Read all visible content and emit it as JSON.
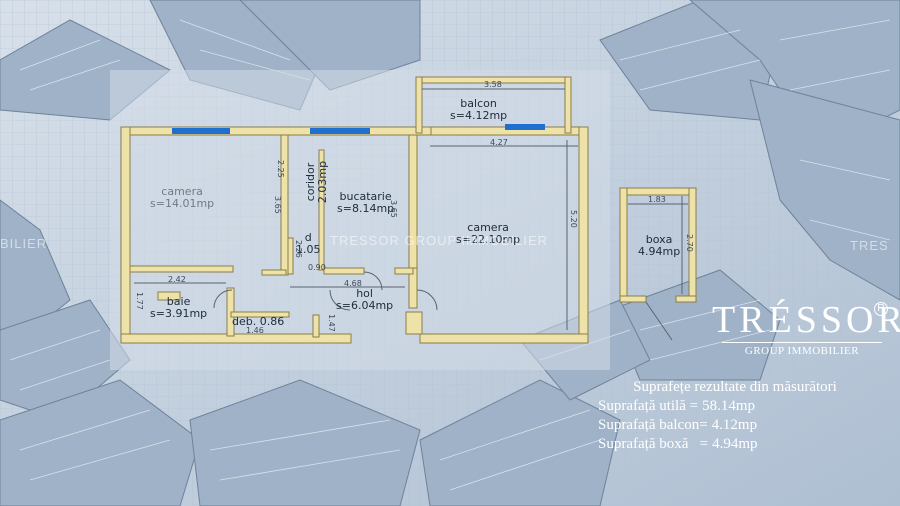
{
  "plan": {
    "rooms": {
      "balcon": {
        "name": "balcon",
        "area": "s=4.12mp"
      },
      "coridor": {
        "name": "coridor",
        "area": "2.03mp"
      },
      "bucatarie": {
        "name": "bucatarie",
        "area": "s=8.14mp"
      },
      "camera": {
        "name": "camera",
        "area": "s=22.10mp"
      },
      "dormitor": {
        "name": "camera",
        "area": "s=14.01mp"
      },
      "debaraua": {
        "name": "d",
        "area": "1.05"
      },
      "hol": {
        "name": "hol",
        "area": "s=6.04mp"
      },
      "baie": {
        "name": "baie",
        "area": "s=3.91mp"
      },
      "deb": {
        "name": "deb.",
        "area": "0.86"
      },
      "boxa": {
        "name": "boxa",
        "area": "4.94mp"
      }
    },
    "dimensions": {
      "balcon_w": "3.58",
      "camera_w": "4.27",
      "camera_h": "5.20",
      "bucatarie_h": "3.65",
      "boxa_w": "1.83",
      "boxa_h": "2.70",
      "hol_w": "4.68",
      "hol_h": "1.47",
      "baie_w": "2.42",
      "baie_h": "1.77",
      "coridor_h": "3.65",
      "d_h": "0.90",
      "left_top": "2.25",
      "deb_w": "1.46",
      "left_h": "2.26"
    }
  },
  "watermarks": {
    "center": "TRESSOR GROUP IMMOBILIER",
    "left": "BILIER",
    "right": "TRES"
  },
  "logo": {
    "brand": "TRÉSSOR",
    "registered": "R",
    "subtitle": "GROUP IMMOBILIER"
  },
  "summary": {
    "title": "Suprafețe rezultate din măsurători",
    "rows": [
      {
        "label": "Suprafață utilă =",
        "value": "58.14mp"
      },
      {
        "label": "Suprafață balcon=",
        "value": "4.12mp"
      },
      {
        "label": "Suprafață boxă   =",
        "value": "4.94mp"
      }
    ]
  },
  "colors": {
    "wall": "#efe2a8",
    "wall_stroke": "#8a7d4a",
    "window": "#1e6fd0",
    "background": "#c9d5e2"
  }
}
